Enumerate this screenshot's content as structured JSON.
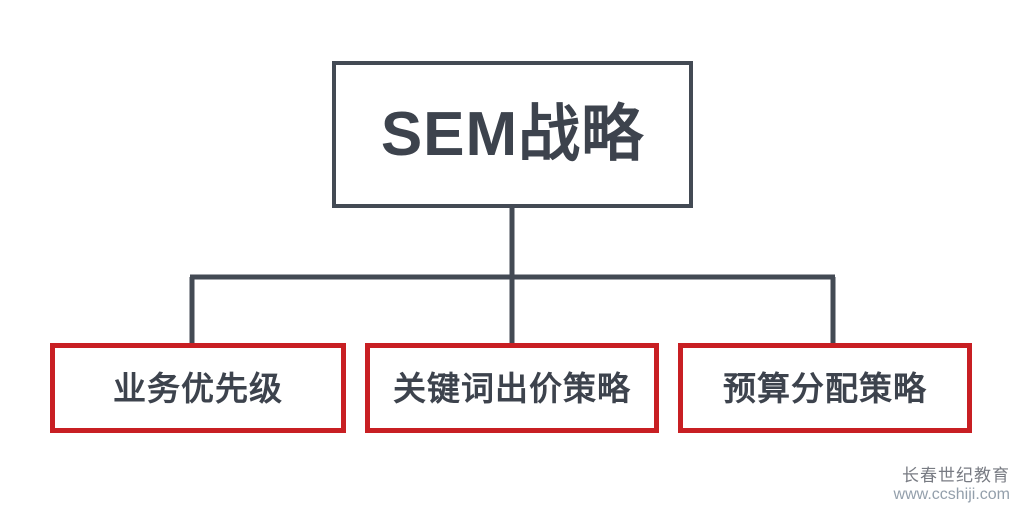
{
  "diagram": {
    "type": "org-chart",
    "background_color": "#ffffff",
    "root": {
      "label": "SEM战略",
      "border_color": "#434a54",
      "text_color": "#3d434d"
    },
    "children": [
      {
        "label": "业务优先级",
        "border_color": "#c81f23",
        "text_color": "#3d434d"
      },
      {
        "label": "关键词出价策略",
        "border_color": "#c81f23",
        "text_color": "#3d434d"
      },
      {
        "label": "预算分配策略",
        "border_color": "#c81f23",
        "text_color": "#3d434d"
      }
    ],
    "connector_color": "#434a54"
  },
  "watermark": {
    "title": "长春世纪教育",
    "url": "www.ccshiji.com"
  }
}
